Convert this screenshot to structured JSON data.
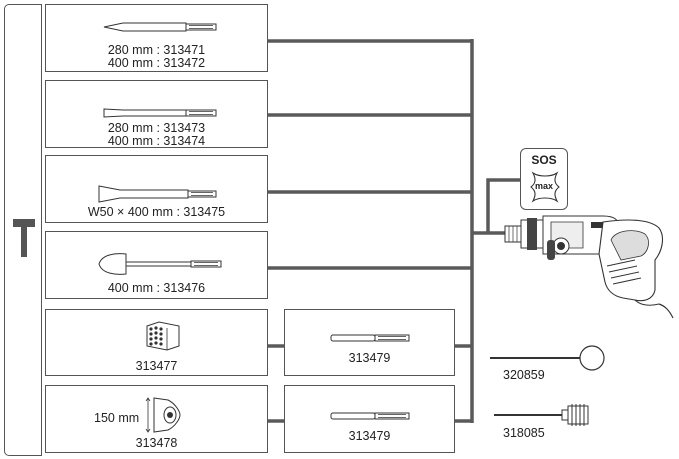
{
  "sidebar": {
    "icon": "chisel-hammer-icon"
  },
  "rows": [
    {
      "lines": [
        "280 mm : 313471",
        "400 mm : 313472"
      ],
      "icon": "pointed-chisel-icon"
    },
    {
      "lines": [
        "280 mm : 313473",
        "400 mm : 313474"
      ],
      "icon": "flat-chisel-icon"
    },
    {
      "lines": [
        "W50 × 400 mm : 313475"
      ],
      "icon": "wide-chisel-icon"
    },
    {
      "lines": [
        "400 mm : 313476"
      ],
      "icon": "spade-chisel-icon"
    },
    {
      "lines": [
        "313477"
      ],
      "icon": "bush-hammer-head-icon"
    },
    {
      "lines": [
        "313478"
      ],
      "dimension": "150 mm",
      "icon": "tamper-plate-icon"
    }
  ],
  "adapters": [
    {
      "label": "313479",
      "icon": "adapter-shank-icon"
    },
    {
      "label": "313479",
      "icon": "adapter-shank-icon"
    }
  ],
  "accessories": [
    {
      "label": "320859",
      "icon": "round-tamper-icon"
    },
    {
      "label": "318085",
      "icon": "ground-rod-driver-icon"
    }
  ],
  "badge": {
    "top": "SOS",
    "bottom": "max"
  },
  "drill": {
    "icon": "rotary-hammer-drill-icon"
  }
}
